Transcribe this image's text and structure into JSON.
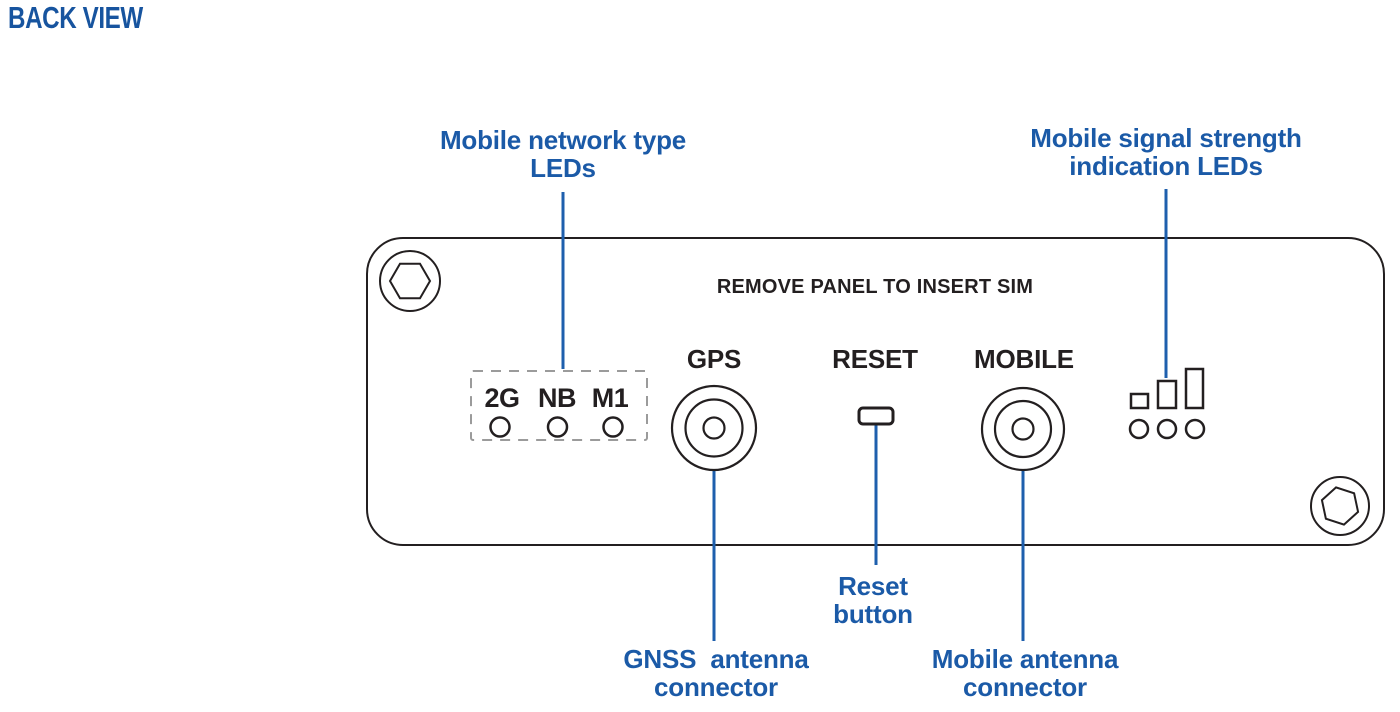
{
  "page_title": "BACK VIEW",
  "colors": {
    "title": "#17549f",
    "accent": "#1b5aa7",
    "line": "#1e5fad",
    "ink": "#231f20",
    "dash": "#9b9b9b"
  },
  "callouts": {
    "network_type": {
      "line1": "Mobile network type",
      "line2": "LEDs"
    },
    "signal_strength": {
      "line1": "Mobile signal strength",
      "line2": "indication LEDs"
    },
    "reset_button": {
      "line1": "Reset",
      "line2": "button"
    },
    "gnss_connector": {
      "line1": "GNSS  antenna",
      "line2": "connector"
    },
    "mobile_connector": {
      "line1": "Mobile antenna",
      "line2": "connector"
    }
  },
  "panel": {
    "sim_notice": "REMOVE PANEL TO INSERT SIM",
    "gps_label": "GPS",
    "reset_label": "RESET",
    "mobile_label": "MOBILE",
    "network_led_labels": [
      "2G",
      "NB",
      "M1"
    ]
  }
}
